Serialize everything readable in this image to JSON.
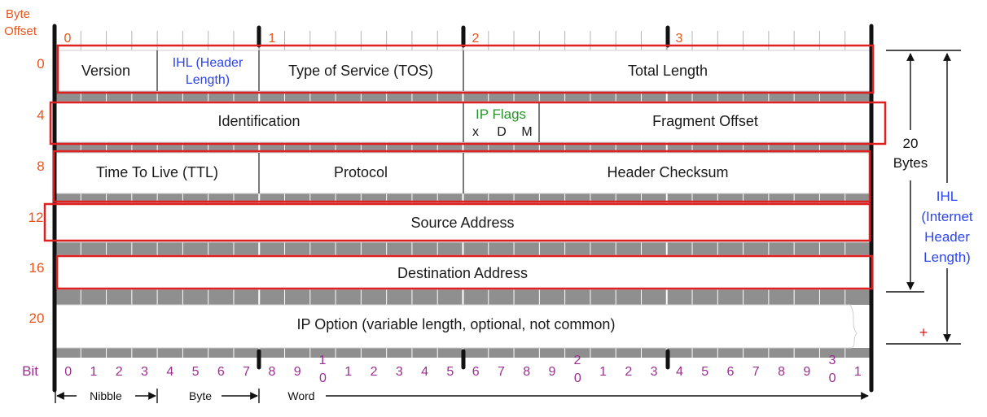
{
  "title_top": "Byte",
  "title_bottom": "Offset",
  "byte_labels": [
    "0",
    "1",
    "2",
    "3"
  ],
  "row_offsets": [
    "0",
    "4",
    "8",
    "12",
    "16",
    "20"
  ],
  "fields": {
    "version": "Version",
    "ihl_line1": "IHL (Header",
    "ihl_line2": "Length)",
    "tos": "Type of Service (TOS)",
    "total_length": "Total Length",
    "identification": "Identification",
    "ip_flags": "IP Flags",
    "flag_x": "x",
    "flag_d": "D",
    "flag_m": "M",
    "fragment_offset": "Fragment Offset",
    "ttl": "Time To Live (TTL)",
    "protocol": "Protocol",
    "header_checksum": "Header Checksum",
    "source_address": "Source Address",
    "destination_address": "Destination Address",
    "ip_option": "IP Option (variable length, optional, not common)"
  },
  "bit_axis_label": "Bit",
  "bit_numbers": [
    "0",
    "1",
    "2",
    "3",
    "4",
    "5",
    "6",
    "7",
    "8",
    "9",
    "0",
    "1",
    "2",
    "3",
    "4",
    "5",
    "6",
    "7",
    "8",
    "9",
    "0",
    "1",
    "2",
    "3",
    "4",
    "5",
    "6",
    "7",
    "8",
    "9",
    "0",
    "1"
  ],
  "bit_tens": [
    "1",
    "2",
    "3"
  ],
  "scale_labels": {
    "nibble": "Nibble",
    "byte": "Byte",
    "word": "Word"
  },
  "right_labels": {
    "bytes_20_line1": "20",
    "bytes_20_line2": "Bytes",
    "ihl_line1": "IHL",
    "ihl_line2": "(Internet",
    "ihl_line3": "Header",
    "ihl_line4": "Length)",
    "plus": "+"
  },
  "colors": {
    "offset_orange": "#e8541c",
    "bit_purple": "#9a2f8f",
    "ihl_blue": "#2b44f0",
    "flags_green": "#26962a",
    "highlight_red": "#e02020",
    "ruler_gray": "#9a9a9a",
    "frame_black": "#111111"
  }
}
